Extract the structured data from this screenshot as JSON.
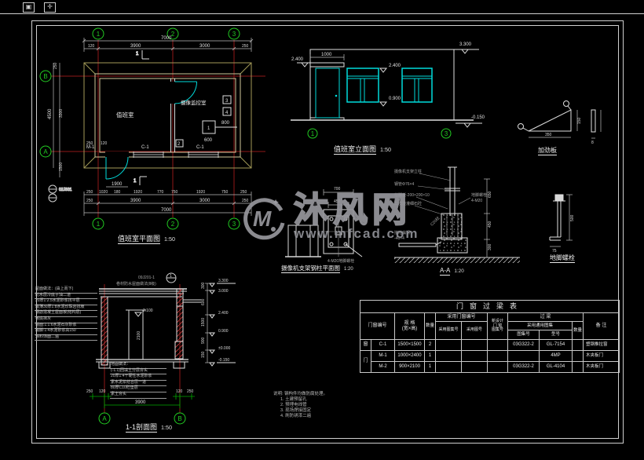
{
  "chrome": {
    "icon1": "▣",
    "icon2": "✛"
  },
  "watermark": {
    "brand": "沐风网",
    "url": "www.mfcad.com",
    "logo": "M",
    "star": "✦"
  },
  "floor_plan": {
    "title": "值班室平面图",
    "scale": "1:50",
    "axes": {
      "top1": "1",
      "top2": "2",
      "top3": "3",
      "bot1": "1",
      "bot2": "2",
      "bot3": "3",
      "left_top": "B",
      "left_bottom": "A"
    },
    "rooms": {
      "left": "值班室",
      "right": "摄像监控室"
    },
    "tags": {
      "door": "M-1",
      "win1": "C-1",
      "win2": "C-1",
      "box1": "1",
      "box2": "2",
      "box3": "3",
      "box4": "4",
      "cut_top": "1",
      "cut_bottom": "1",
      "index": "02J331"
    },
    "dims": {
      "top_total": "7000",
      "top": [
        "120",
        "3900",
        "3000",
        "250"
      ],
      "left": [
        "250",
        "4500",
        "3300",
        "1500",
        "250",
        "120"
      ],
      "door_w": "1900",
      "chain": [
        "250",
        "1020",
        "180",
        "1920",
        "770",
        "750",
        "1920",
        "750",
        "250"
      ],
      "bottom": [
        "250",
        "3900",
        "3000",
        "250"
      ],
      "bottom_total": "7000",
      "leader1": "800",
      "leader2": "600"
    }
  },
  "elevation": {
    "title": "值班室立面图",
    "scale": "1:50",
    "axis1": "1",
    "axis3": "3",
    "levels": {
      "roof": "3.300",
      "canopy": "2.400",
      "win_top": "2.400",
      "sill": "0.900",
      "ground": "-0.150"
    },
    "canopy_w": "1000"
  },
  "stiffener": {
    "title": "加劲板",
    "dim_w": "350",
    "dim_h": "150",
    "dim_t": "8"
  },
  "camera_plan": {
    "title": "摄像机支架钢柱平面图",
    "scale": "1:20",
    "dim_outer": "700",
    "dim_inner": "450",
    "leader": "4-M20地脚螺栓"
  },
  "section_aa": {
    "title": "A-A",
    "scale": "1:20",
    "leaders_left": [
      "摄像机支架立柱",
      "钢管Φ76×4",
      "柱脚板-200×200×10",
      "二次浇灌细石砼"
    ],
    "leader_right1": "地脚螺栓",
    "leader_right2": "4-M20",
    "ground_bar1": "接地扁钢",
    "ground_bar2": "-40×4",
    "conc": "C20砼",
    "dims": [
      "650",
      "450",
      "300"
    ]
  },
  "anchor_bolt": {
    "title": "地脚螺栓",
    "dim_len": "500",
    "dim_hook": "75"
  },
  "section_11": {
    "title": "1-1剖面图",
    "scale": "1:50",
    "callout_code": "09J201-1",
    "callout_num": "1",
    "callout_note": "卷材防水屋面做法(Ⅱ级)",
    "roof_notes": [
      "屋面做法：(由上而下)",
      "防水层冷底子油二道",
      "20厚1:2.5水泥砂浆找平层",
      "最薄30厚1:8水泥珍珠岩找坡",
      "钢筋混凝土屋面板(结构层)",
      "板底抹灰",
      "墙面:1:1:6水泥石灰砂浆",
      "踢脚:1:4水泥砂浆高150",
      "涂料饰面二遍"
    ],
    "floor_notes": [
      "地面做法：",
      "(-1.1)回填土分层夯实",
      "20厚1:4干硬性水泥砂浆",
      "素水泥浆结合层一道",
      "80厚C10砼垫层",
      "素土夯实"
    ],
    "door_level": "2.100",
    "door_dim": "2100",
    "levels": [
      "3.300",
      "3.000",
      "2.400",
      "0.900",
      "±0.000",
      "-0.150"
    ],
    "right_dims": [
      "300",
      "600",
      "1500",
      "900",
      "150"
    ],
    "bottom_dims": [
      "250",
      "120",
      "120",
      "250"
    ],
    "bottom_total": "3900",
    "axis_a": "A",
    "axis_b": "B"
  },
  "lintel_table": {
    "title": "门窗过梁表",
    "headers": {
      "col_code": "门窗编号",
      "col_spec1": "规 格",
      "col_spec2": "(宽×高)",
      "col_qty": "数量",
      "col_adopt": "采用门窗编号",
      "col_adopt_atlas": "采用图集号",
      "col_adopt_no": "采用图号",
      "col_new1": "新设计",
      "col_new2": "门 窗",
      "col_new3": "图集号",
      "col_lintel": "过    梁",
      "col_lintel_atlas": "采用通用图集",
      "col_atlas_no": "图集号",
      "col_model": "型号",
      "col_lqty": "数量",
      "col_remark": "备    注"
    },
    "group_labels": {
      "window": "窗",
      "door": "门"
    },
    "rows": [
      {
        "code": "C-1",
        "spec": "1500×1500",
        "qty": "2",
        "atlas": "03G322-2",
        "model": "GL-7154",
        "remark": "塑钢推拉窗"
      },
      {
        "code": "M-1",
        "spec": "1000×2400",
        "qty": "1",
        "atlas": "",
        "model": "4MP",
        "remark": "木夹板门"
      },
      {
        "code": "M-2",
        "spec": "900×2100",
        "qty": "1",
        "atlas": "03G322-2",
        "model": "GL-4104",
        "remark": "木夹板门"
      }
    ]
  },
  "notes": {
    "lines": [
      "说明: 钢构件均做防腐处理。",
      "1. 土建预留孔",
      "2. 预埋电线管",
      "3. 现场焊接固定",
      "4. 刷防锈漆二遍"
    ]
  }
}
